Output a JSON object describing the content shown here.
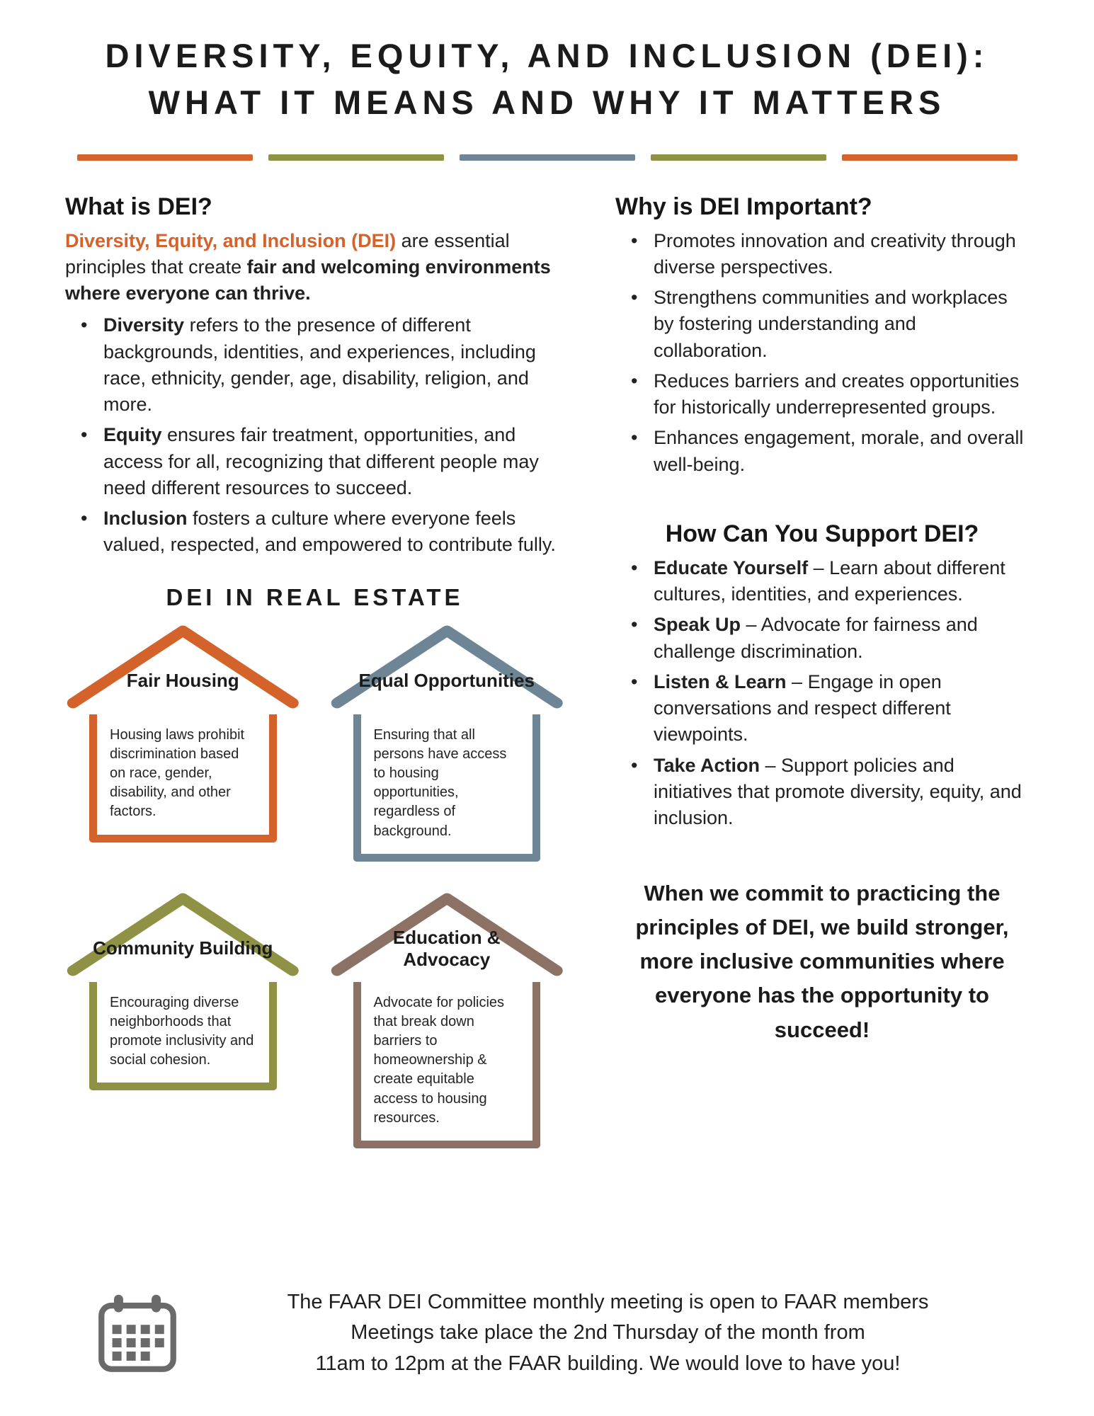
{
  "title": {
    "line1": "DIVERSITY, EQUITY, AND INCLUSION (DEI):",
    "line2": "WHAT IT MEANS AND WHY IT MATTERS"
  },
  "colors": {
    "orange": "#D3622B",
    "olive": "#8F9245",
    "slate": "#6E8595",
    "brown": "#8B7265",
    "dark": "#1B1B1B",
    "icon_gray": "#6A6A6A"
  },
  "divider": [
    "#D3622B",
    "#8F9245",
    "#6E8595",
    "#8F9245",
    "#D3622B"
  ],
  "what_is_dei": {
    "heading": "What is DEI?",
    "intro_highlight": "Diversity, Equity, and Inclusion (DEI)",
    "intro_rest": " are essential principles that create ",
    "intro_bold": "fair and welcoming environments where everyone can thrive.",
    "bullets": [
      {
        "bold": "Diversity",
        "text": " refers to the presence of different backgrounds, identities, and experiences, including race, ethnicity, gender, age, disability, religion, and more."
      },
      {
        "bold": "Equity",
        "text": " ensures fair treatment, opportunities, and access for all, recognizing that different people may need different resources to succeed."
      },
      {
        "bold": "Inclusion",
        "text": " fosters a culture where everyone feels valued, respected, and empowered to contribute fully."
      }
    ]
  },
  "real_estate": {
    "heading": "DEI IN REAL ESTATE",
    "houses": [
      {
        "title": "Fair Housing",
        "color": "#D3622B",
        "description": "Housing laws prohibit discrimination based on race, gender, disability, and other factors."
      },
      {
        "title": "Equal Opportunities",
        "color": "#6E8595",
        "description": "Ensuring that all persons have access to housing opportunities, regardless of background."
      },
      {
        "title": "Community Building",
        "color": "#8F9245",
        "description": "Encouraging diverse neighborhoods that promote inclusivity and social cohesion."
      },
      {
        "title": "Education & Advocacy",
        "color": "#8B7265",
        "description": "Advocate for policies that break down barriers to homeownership & create equitable access to housing resources."
      }
    ]
  },
  "why_important": {
    "heading": "Why is DEI Important?",
    "bullets": [
      "Promotes innovation and creativity through diverse perspectives.",
      "Strengthens communities and workplaces by fostering understanding and collaboration.",
      "Reduces barriers and creates opportunities for historically underrepresented groups.",
      "Enhances engagement, morale, and overall well-being."
    ]
  },
  "support": {
    "heading": "How Can You Support DEI?",
    "bullets": [
      {
        "bold": "Educate Yourself",
        "text": " – Learn about different cultures, identities, and experiences."
      },
      {
        "bold": "Speak Up",
        "text": " – Advocate for fairness and challenge discrimination."
      },
      {
        "bold": "Listen & Learn",
        "text": " – Engage in open conversations and respect different viewpoints."
      },
      {
        "bold": "Take Action",
        "text": " – Support policies and initiatives that promote diversity, equity, and inclusion."
      }
    ]
  },
  "closing": "When we commit to practicing the principles of DEI, we build stronger, more inclusive communities where everyone has the opportunity to succeed!",
  "footer": {
    "line1": "The FAAR DEI Committee monthly meeting is open to FAAR members",
    "line2": "Meetings take place the 2nd Thursday of the month from",
    "line3": "11am to 12pm at the FAAR building. We would love to have you!"
  }
}
